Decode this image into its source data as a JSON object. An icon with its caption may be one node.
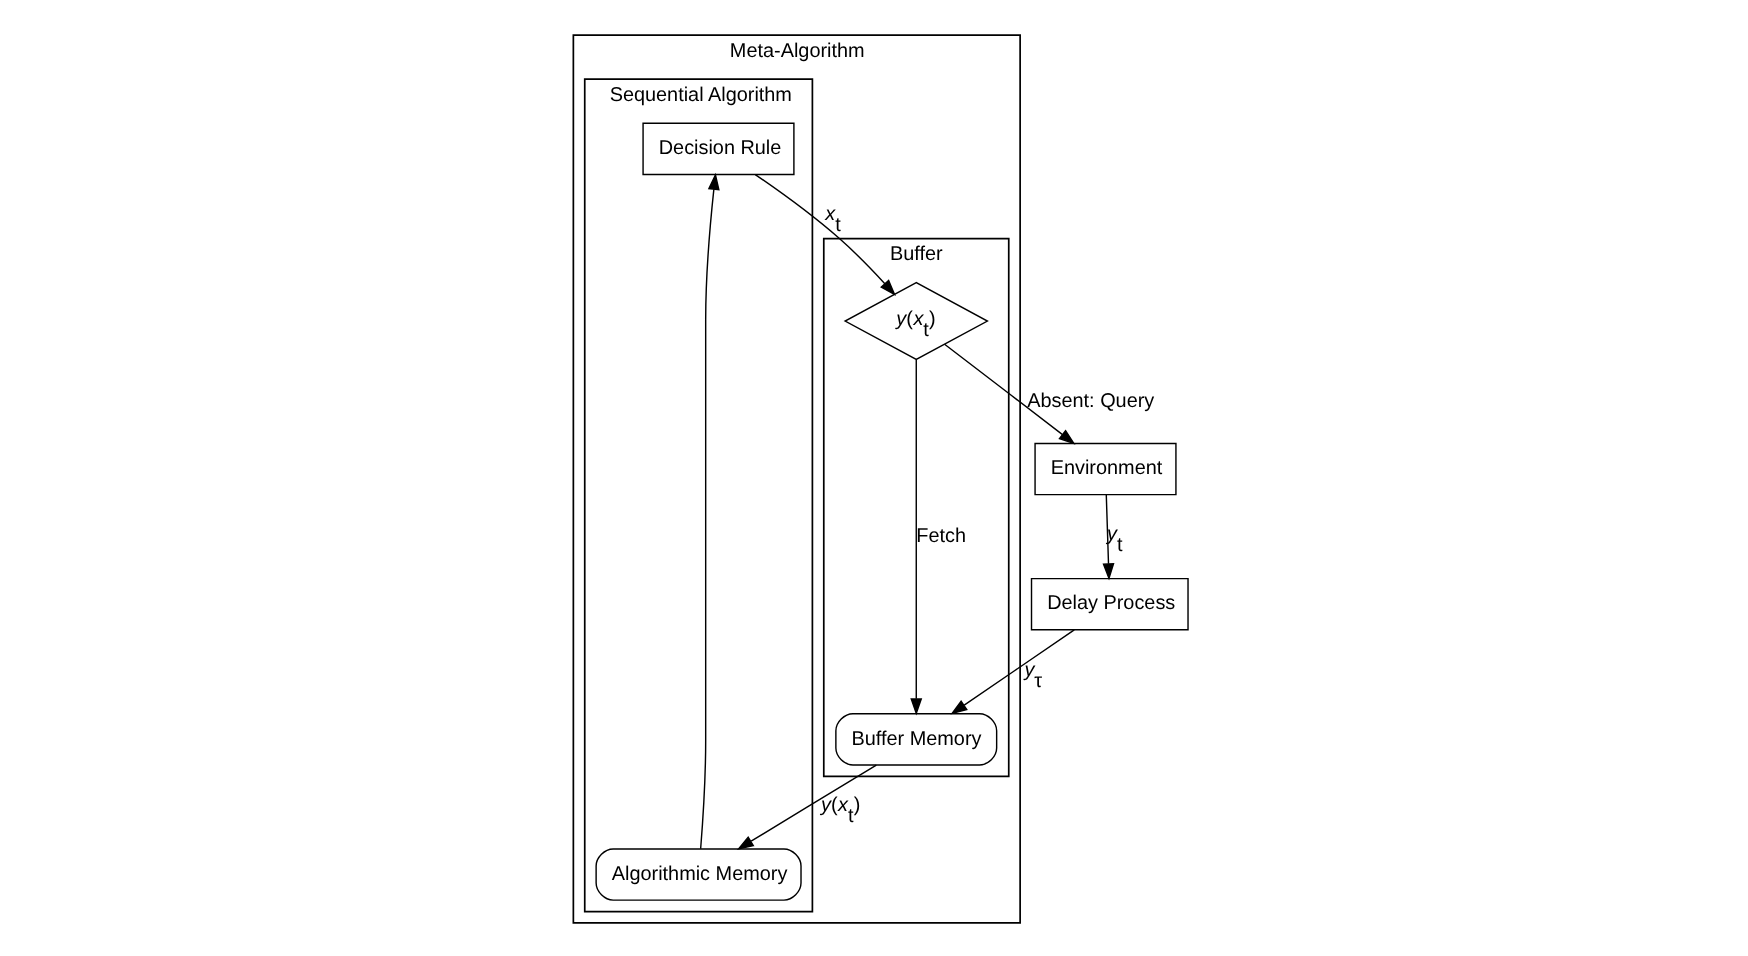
{
  "diagram": {
    "nodes": [
      {
        "text": [
          "Meta-Algorithm"
        ]
      },
      {
        "text": [
          "Sequential Algorithm"
        ],
        "in": 0
      },
      {
        "text": [
          "Decision Rule"
        ],
        "in": 1
      },
      {
        "text": [
          "Algorithmic Memory"
        ],
        "in": 1
      },
      {
        "text": [
          "Buffer"
        ],
        "in": 0
      },
      {
        "text": [
          "*y*(*x*$_{t}$)"
        ],
        "in": 4
      },
      {
        "text": [
          "Buffer Memory"
        ],
        "in": 4
      },
      {
        "text": [
          "Environment"
        ]
      },
      {
        "text": [
          "Delay Process"
        ]
      }
    ],
    "edges": [
      {
        "from": 2,
        "to": 5,
        "arrow": "to",
        "label": "*x*$_{t}$"
      },
      {
        "from": 5,
        "to": 7,
        "arrow": "to",
        "label": "Absent: Query"
      },
      {
        "from": 7,
        "to": 8,
        "arrow": "to",
        "label": "*y*$_{t}$"
      },
      {
        "from": 8,
        "to": 6,
        "arrow": "to",
        "label": "*y*$_{τ}$"
      },
      {
        "from": 5,
        "to": 6,
        "arrow": "to",
        "label": "Fetch"
      },
      {
        "from": 6,
        "to": 3,
        "arrow": "to",
        "label": "*y*(*x*$_{t}$)"
      },
      {
        "from": 3,
        "to": 2,
        "arrow": "to"
      }
    ]
  }
}
